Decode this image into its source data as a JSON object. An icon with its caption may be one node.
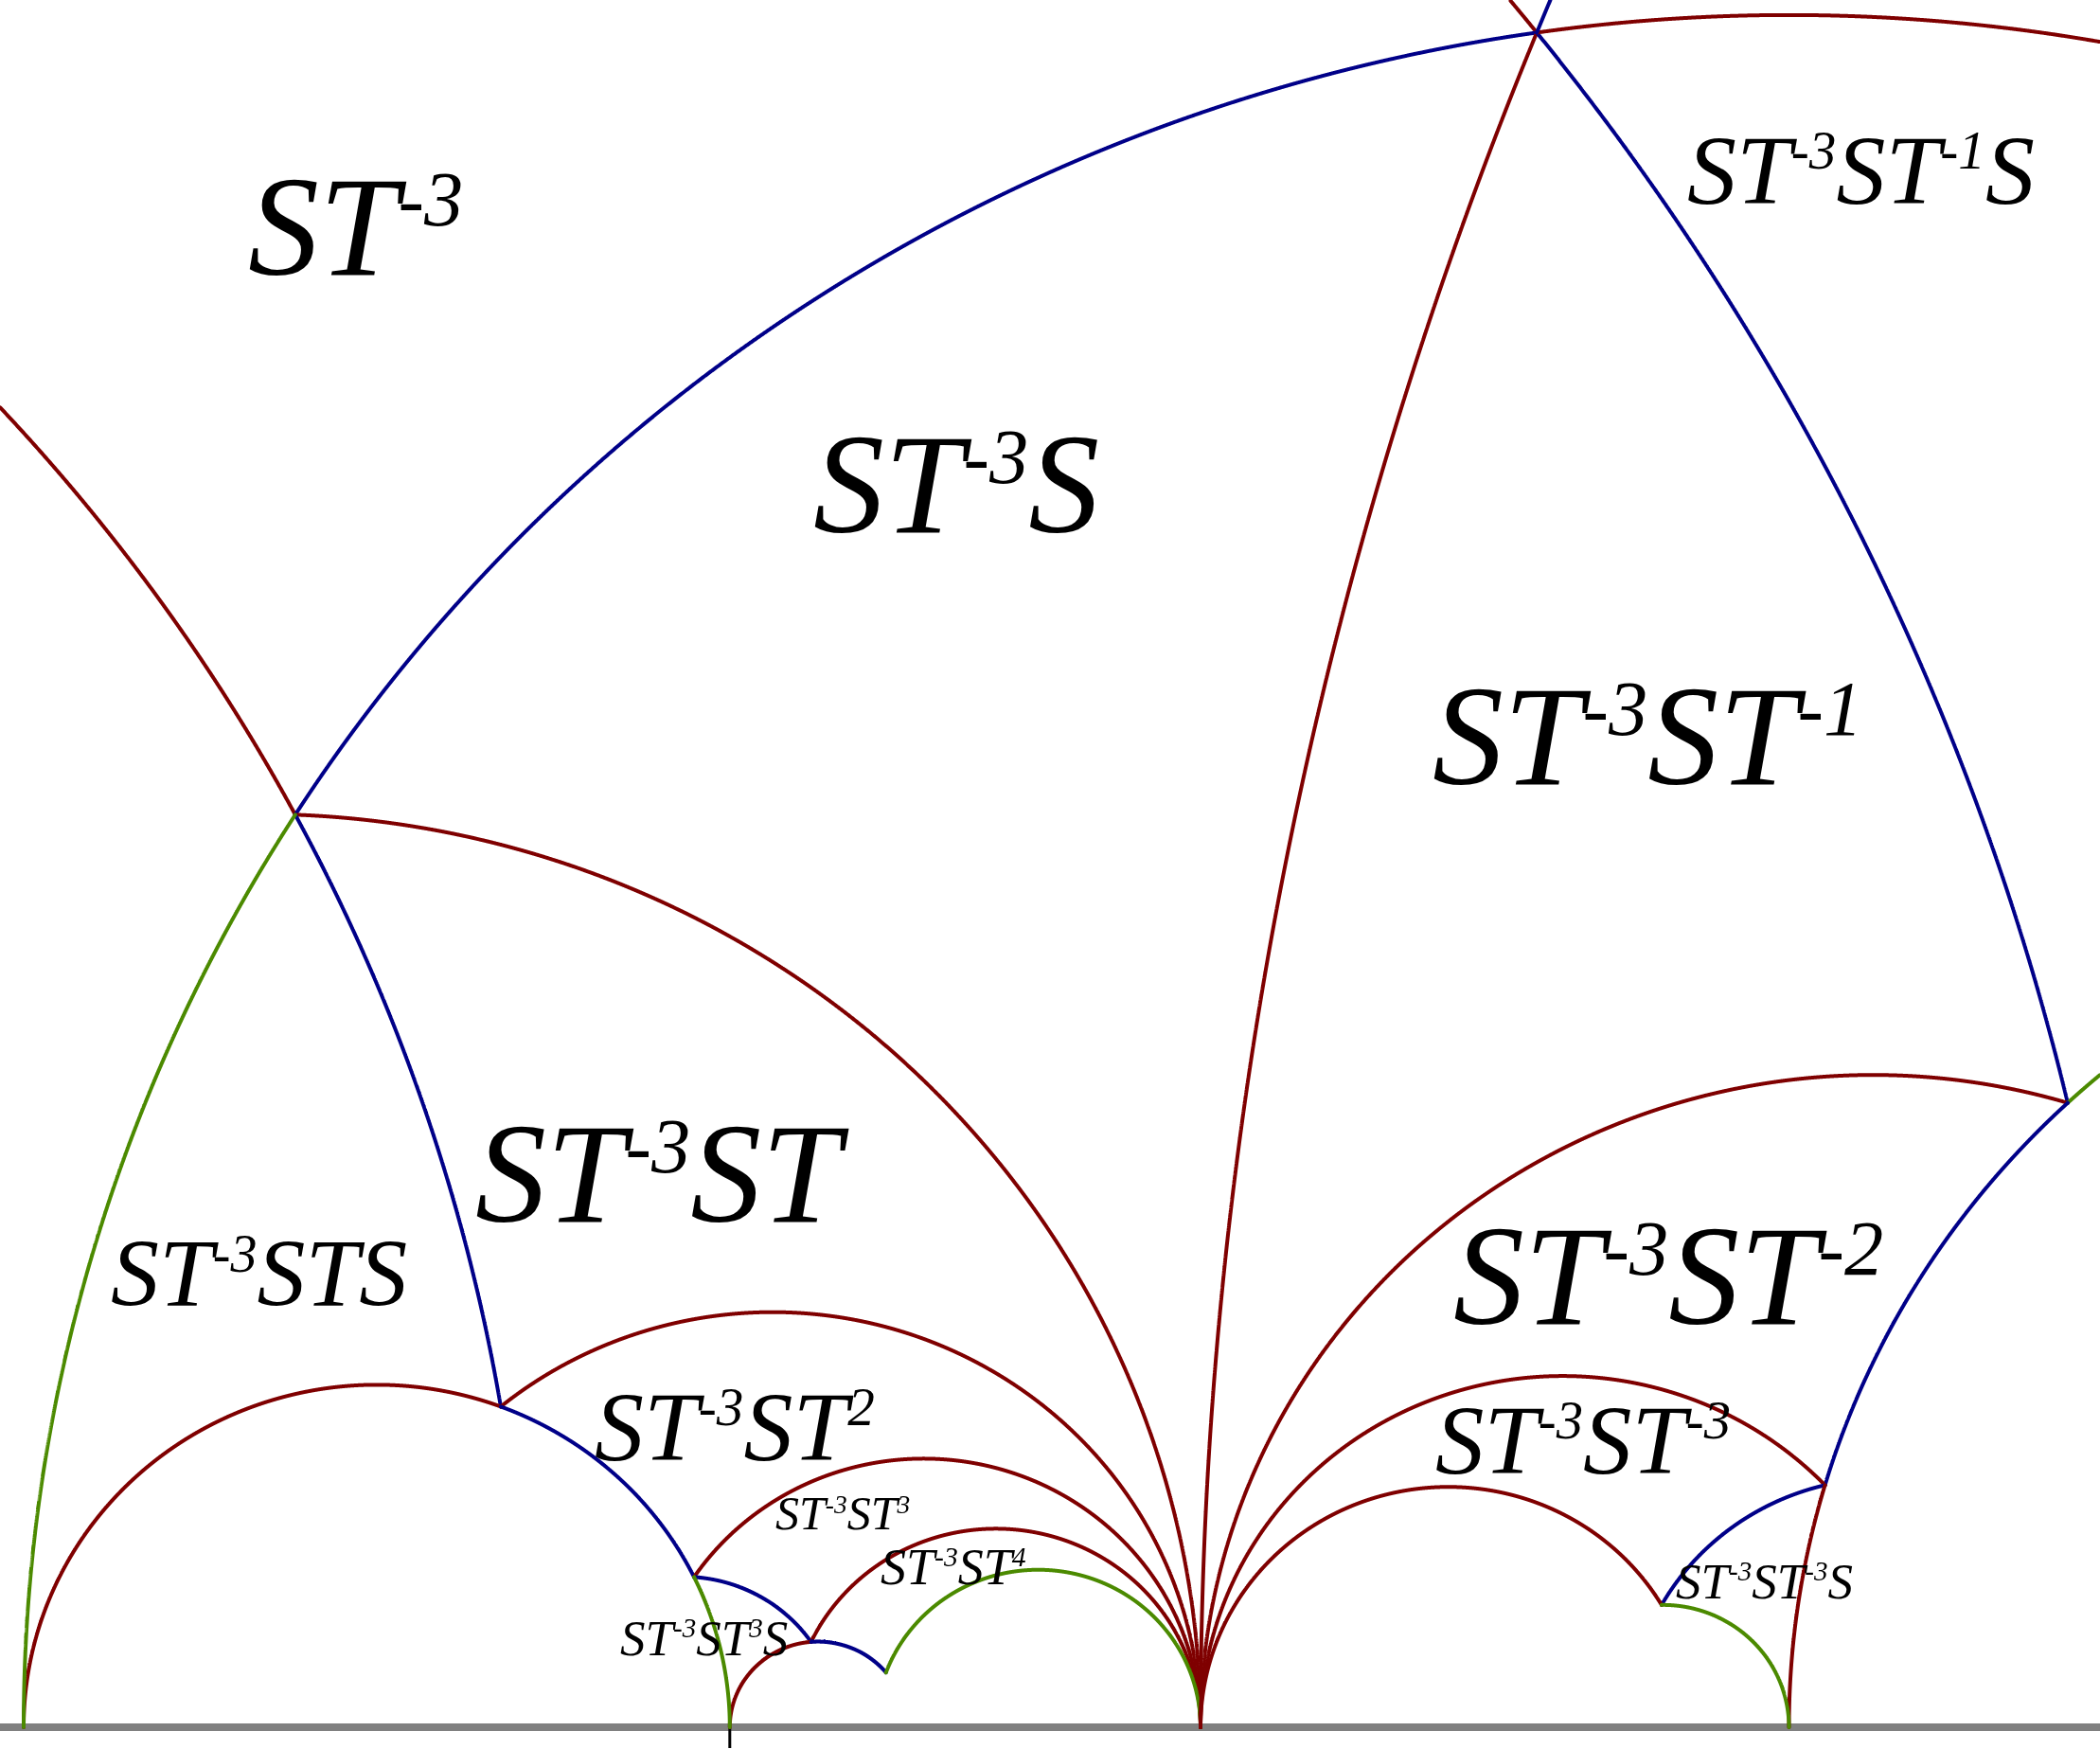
{
  "diagram": {
    "labels": [
      "ST$^{-3}$",
      "ST$^{-3}$ST$^{-1}$S",
      "ST$^{-3}$S",
      "ST$^{-3}$ST$^{-1}$",
      "ST$^{-3}$ST",
      "ST$^{-3}$STS",
      "ST$^{-3}$ST$^{-2}$",
      "ST$^{-3}$ST$^{2}$",
      "ST$^{-3}$ST$^{-3}$",
      "ST$^{-3}$ST$^{3}$",
      "ST$^{-3}$ST$^{4}$",
      "ST$^{-3}$ST$^{-3}$S",
      "ST$^{-3}$ST$^{3}$S"
    ]
  }
}
